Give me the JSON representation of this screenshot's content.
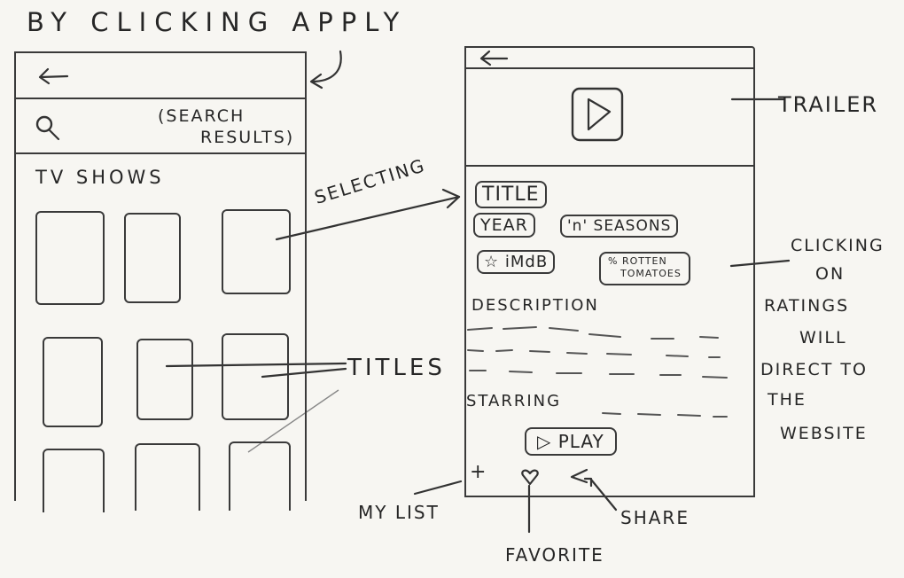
{
  "notes": {
    "apply": "BY CLICKING APPLY",
    "selecting": "SELECTING",
    "titles": "TITLES",
    "trailer": "TRAILER",
    "ratings_note": [
      "CLICKING",
      "ON",
      "RATINGS",
      "WILL",
      "DIRECT TO",
      "THE",
      "WEBSITE"
    ],
    "my_list": "MY LIST",
    "favorite": "FAVORITE",
    "share": "SHARE"
  },
  "left_screen": {
    "back_icon": "arrow-left-icon",
    "search_icon": "search-icon",
    "search_results": [
      "(SEARCH",
      "RESULTS)"
    ],
    "section_title": "TV SHOWS"
  },
  "right_screen": {
    "back_icon": "arrow-left-icon",
    "trailer_icon": "play-icon",
    "title": "TITLE",
    "year": "YEAR",
    "seasons": "'n' SEASONS",
    "imdb": "iMdB",
    "rotten_tomatoes": [
      "% ROTTEN",
      "TOMATOES"
    ],
    "description": "DESCRIPTION",
    "starring": "STARRING",
    "play": "PLAY",
    "my_list_icon": "+",
    "favorite_icon": "heart-icon",
    "share_icon": "share-icon"
  }
}
